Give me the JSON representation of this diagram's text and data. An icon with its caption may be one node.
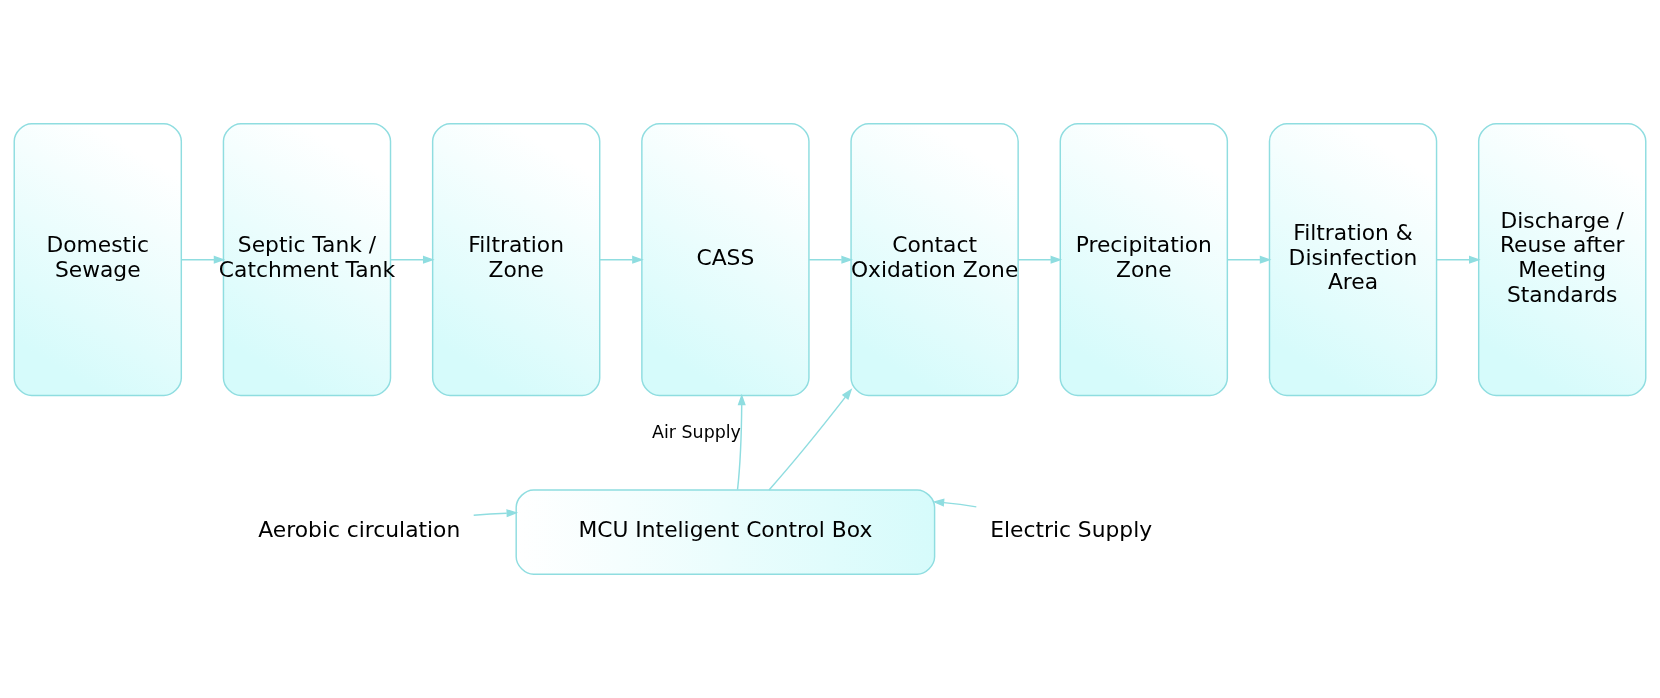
{
  "diagram": {
    "nodes": [
      {
        "text": [
          "Domestic Sewage"
        ]
      },
      {
        "text": [
          "Septic Tank / Catchment Tank"
        ]
      },
      {
        "text": [
          "Filtration Zone"
        ]
      },
      {
        "text": [
          "CASS"
        ]
      },
      {
        "text": [
          "Contact Oxidation Zone"
        ]
      },
      {
        "text": [
          "Precipitation Zone"
        ]
      },
      {
        "text": [
          "Filtration & Disinfection Area"
        ]
      },
      {
        "text": [
          "Discharge / Reuse after Meeting Standards"
        ]
      },
      {
        "text": [
          "MCU Inteligent Control Box"
        ]
      },
      {
        "text": [
          "Aerobic circulation"
        ]
      },
      {
        "text": [
          "Electric Supply"
        ]
      }
    ],
    "edges": [
      {
        "from": 0,
        "to": 1,
        "arrow": "to"
      },
      {
        "from": 1,
        "to": 2,
        "arrow": "to"
      },
      {
        "from": 2,
        "to": 3,
        "arrow": "to"
      },
      {
        "from": 3,
        "to": 4,
        "arrow": "to"
      },
      {
        "from": 4,
        "to": 5,
        "arrow": "to"
      },
      {
        "from": 5,
        "to": 6,
        "arrow": "to"
      },
      {
        "from": 6,
        "to": 7,
        "arrow": "to"
      },
      {
        "from": 8,
        "to": 3,
        "arrow": "to",
        "label": "Air Supply"
      },
      {
        "from": 8,
        "to": 4,
        "arrow": "to"
      },
      {
        "from": 9,
        "to": 8,
        "arrow": "to"
      },
      {
        "from": 10,
        "to": 8,
        "arrow": "to"
      }
    ]
  }
}
